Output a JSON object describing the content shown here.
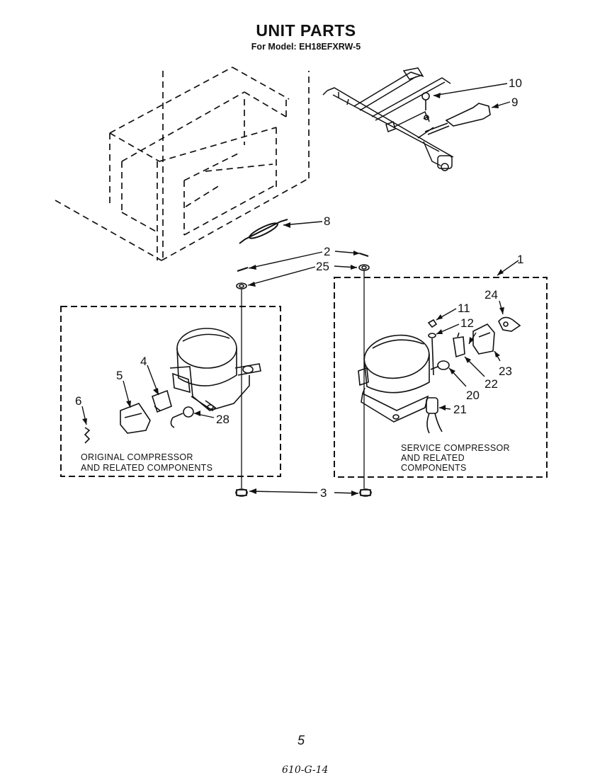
{
  "header": {
    "title": "UNIT PARTS",
    "subtitle": "For Model: EH18EFXRW-5"
  },
  "callouts": {
    "c1": "1",
    "c2": "2",
    "c3": "3",
    "c4": "4",
    "c5": "5",
    "c6": "6",
    "c8": "8",
    "c9": "9",
    "c10": "10",
    "c11": "11",
    "c12": "12",
    "c20": "20",
    "c21": "21",
    "c22": "22",
    "c23": "23",
    "c24": "24",
    "c25": "25",
    "c28": "28"
  },
  "boxes": {
    "original": {
      "line1": "ORIGINAL COMPRESSOR",
      "line2": "AND RELATED COMPONENTS"
    },
    "service": {
      "line1": "SERVICE COMPRESSOR",
      "line2": "AND RELATED",
      "line3": "COMPONENTS"
    }
  },
  "footer": {
    "page_number": "5",
    "code": "610-G-14"
  }
}
